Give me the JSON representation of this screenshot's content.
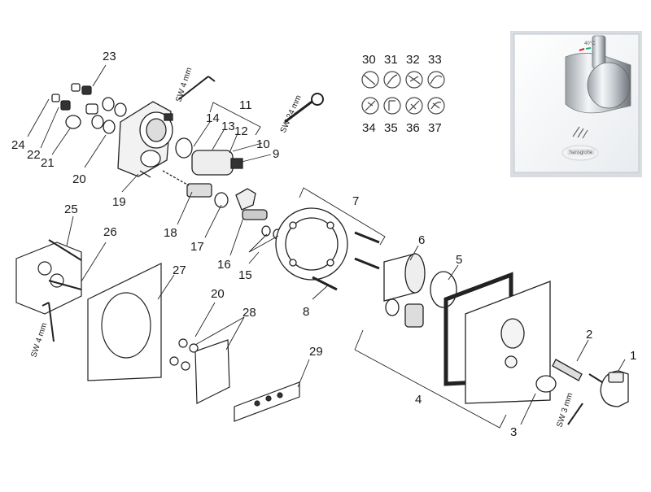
{
  "diagram": {
    "part_numbers": [
      "1",
      "2",
      "3",
      "4",
      "5",
      "6",
      "7",
      "8",
      "9",
      "10",
      "11",
      "12",
      "13",
      "14",
      "15",
      "16",
      "17",
      "18",
      "19",
      "20",
      "21",
      "22",
      "23",
      "24",
      "25",
      "26",
      "27",
      "20",
      "28",
      "29",
      "30",
      "31",
      "32",
      "33",
      "34",
      "35",
      "36",
      "37"
    ],
    "tool_labels": {
      "allen_key_left": "SW 4 mm",
      "allen_key_top": "SW 4 mm",
      "wrench": "SW 24 mm",
      "allen_key_small": "SW 3 mm"
    },
    "product_photo": {
      "temperature_mark": "40°C",
      "brand_badge": "hansgrohe"
    }
  }
}
